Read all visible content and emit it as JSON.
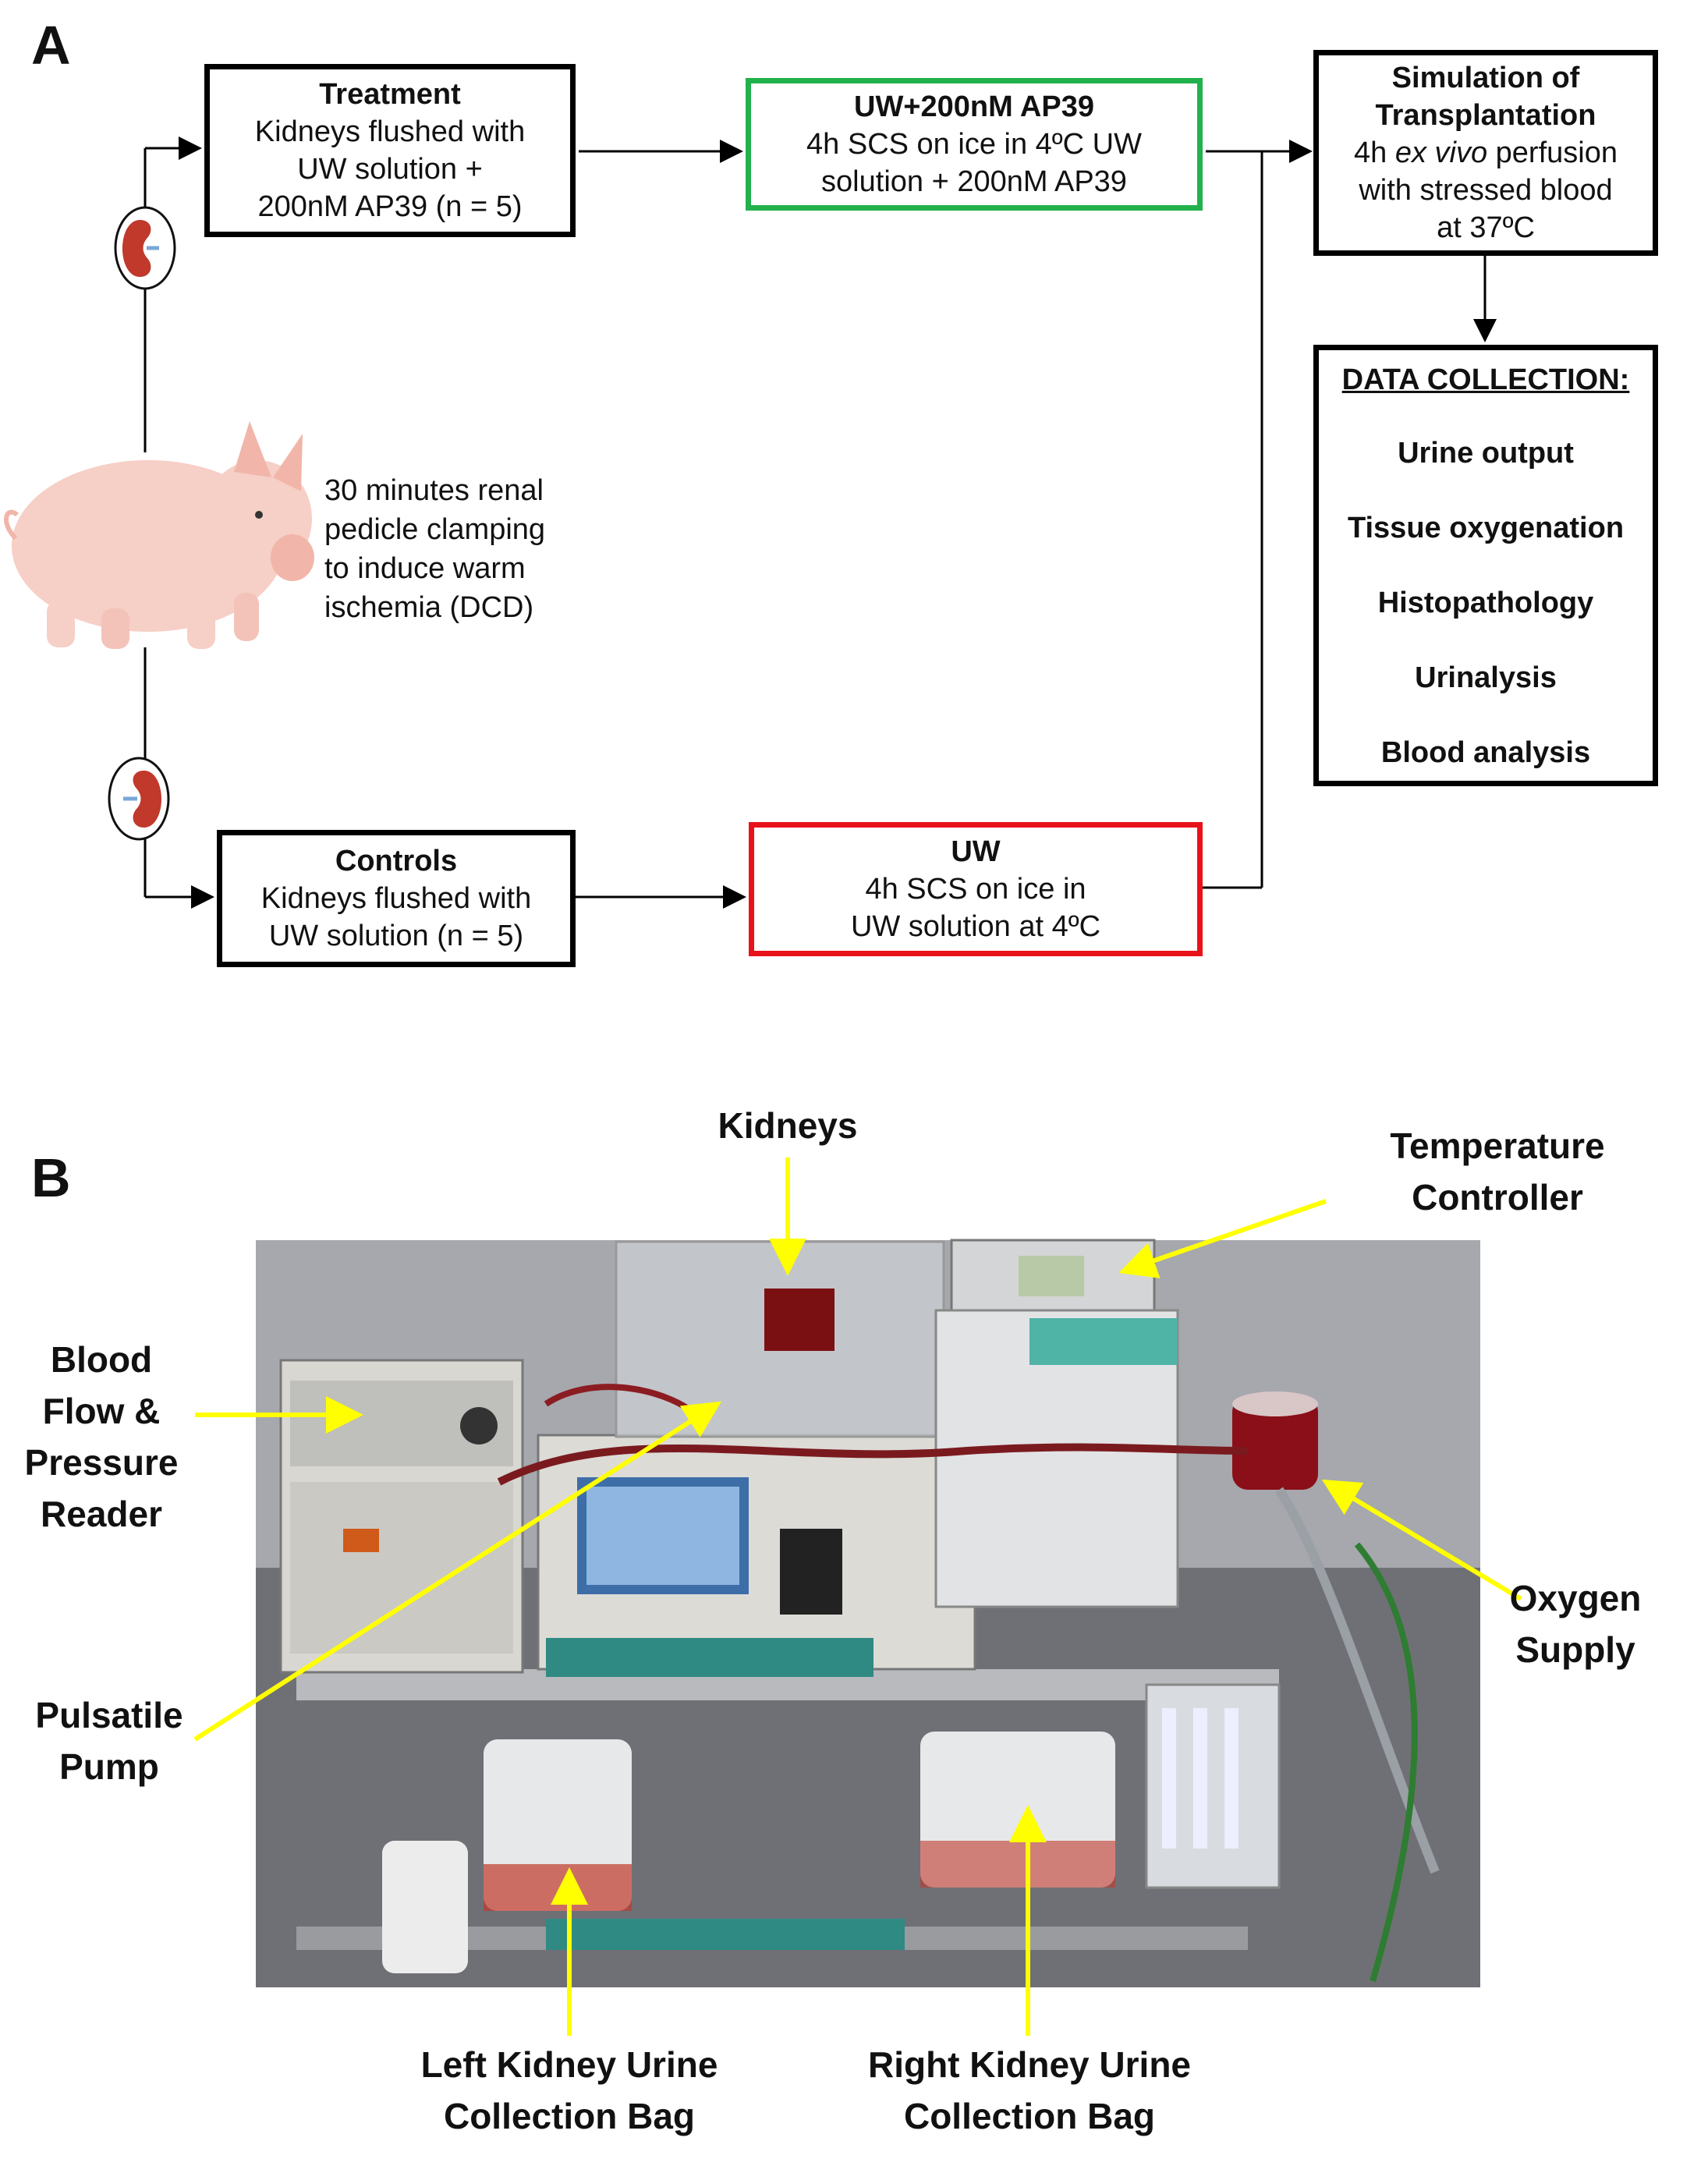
{
  "panel_a": {
    "letter": "A",
    "treatment": {
      "title": "Treatment",
      "lines": [
        "Kidneys flushed with",
        "UW solution +",
        "200nM AP39 (n = 5)"
      ]
    },
    "ap39": {
      "title": "UW+200nM AP39",
      "lines": [
        "4h SCS on ice in 4ºC UW",
        "solution + 200nM AP39"
      ]
    },
    "simulation": {
      "title_lines": [
        "Simulation of",
        "Transplantation"
      ],
      "line1_pre": "4h ",
      "line1_italic": "ex vivo",
      "line1_post": " perfusion",
      "line2": "with stressed blood",
      "line3": "at 37ºC"
    },
    "data_collection": {
      "title": "DATA COLLECTION:",
      "items": [
        "Urine output",
        "Tissue oxygenation",
        "Histopathology",
        "Urinalysis",
        "Blood analysis"
      ]
    },
    "pig_caption": [
      "30 minutes renal",
      "pedicle clamping",
      "to induce warm",
      "ischemia (DCD)"
    ],
    "controls": {
      "title": "Controls",
      "lines": [
        "Kidneys flushed with",
        "UW solution (n = 5)"
      ]
    },
    "uw": {
      "title": "UW",
      "lines": [
        "4h SCS on ice in",
        "UW solution at 4ºC"
      ]
    }
  },
  "panel_b": {
    "letter": "B",
    "labels": {
      "kidneys": "Kidneys",
      "temperature": [
        "Temperature",
        "Controller"
      ],
      "blood_flow": [
        "Blood",
        "Flow &",
        "Pressure",
        "Reader"
      ],
      "oxygen": [
        "Oxygen",
        "Supply"
      ],
      "pump": [
        "Pulsatile",
        "Pump"
      ],
      "left_bag": [
        "Left Kidney Urine",
        "Collection Bag"
      ],
      "right_bag": [
        "Right Kidney Urine",
        "Collection Bag"
      ]
    }
  },
  "colors": {
    "green": "#22b14c",
    "red": "#e8121b",
    "yellow_arrow": "#ffff00",
    "pig": "#f6cfc6"
  }
}
